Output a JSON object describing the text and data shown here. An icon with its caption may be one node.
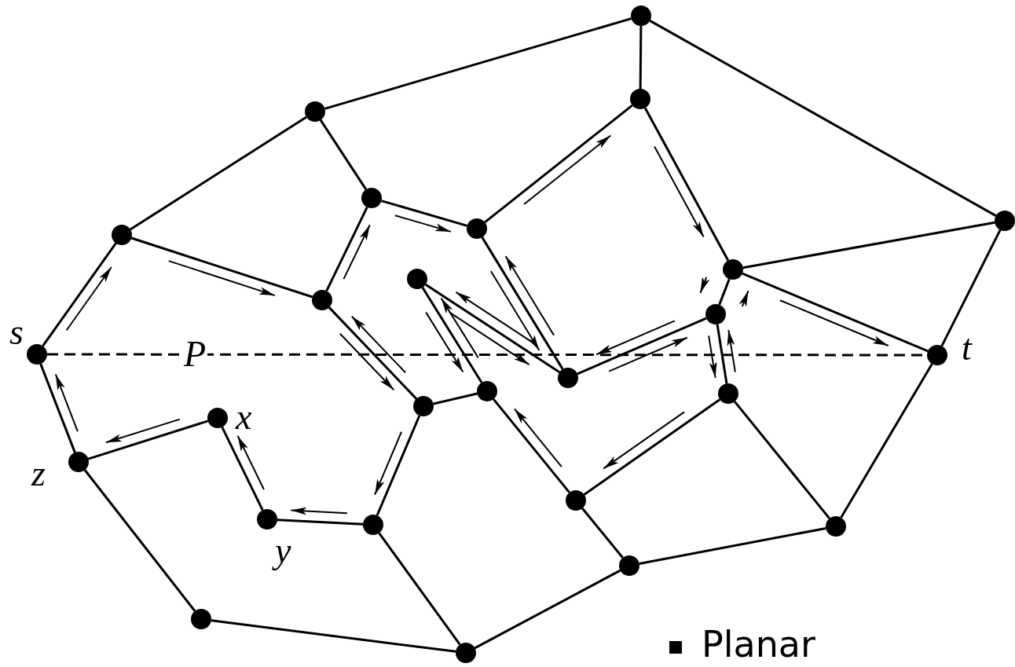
{
  "diagram": {
    "nodes": [
      {
        "text": [],
        "shape": "circle"
      },
      {
        "text": [],
        "shape": "circle"
      },
      {
        "text": [],
        "shape": "circle"
      },
      {
        "text": [],
        "shape": "circle"
      },
      {
        "text": [],
        "shape": "circle"
      },
      {
        "text": [],
        "shape": "circle"
      },
      {
        "text": [],
        "shape": "circle"
      },
      {
        "text": [],
        "shape": "circle"
      },
      {
        "text": [],
        "shape": "circle"
      },
      {
        "text": [],
        "shape": "circle"
      },
      {
        "text": [],
        "shape": "circle"
      },
      {
        "text": [],
        "shape": "circle",
        "beside": [
          "s"
        ]
      },
      {
        "text": [],
        "shape": "circle",
        "beside": [
          "t"
        ]
      },
      {
        "text": [],
        "shape": "circle"
      },
      {
        "text": [],
        "shape": "circle"
      },
      {
        "text": [],
        "shape": "circle"
      },
      {
        "text": [],
        "shape": "circle"
      },
      {
        "text": [],
        "shape": "circle",
        "beside": [
          "x"
        ]
      },
      {
        "text": [],
        "shape": "circle",
        "beside": [
          "z"
        ]
      },
      {
        "text": [],
        "shape": "circle"
      },
      {
        "text": [],
        "shape": "circle",
        "beside": [
          "y"
        ]
      },
      {
        "text": [],
        "shape": "circle"
      },
      {
        "text": [],
        "shape": "circle"
      },
      {
        "text": [],
        "shape": "circle"
      },
      {
        "text": [],
        "shape": "circle"
      },
      {
        "text": [],
        "shape": "circle"
      }
    ],
    "edges": [
      {
        "from": 0,
        "to": 1,
        "arrow": "none"
      },
      {
        "from": 0,
        "to": 2,
        "arrow": "none"
      },
      {
        "from": 0,
        "to": 6,
        "arrow": "none"
      },
      {
        "from": 1,
        "to": 5,
        "arrow": "none"
      },
      {
        "from": 1,
        "to": 3,
        "arrow": "none"
      },
      {
        "from": 2,
        "to": 4,
        "arrow": "none"
      },
      {
        "from": 2,
        "to": 7,
        "arrow": "none"
      },
      {
        "from": 6,
        "to": 7,
        "arrow": "none"
      },
      {
        "from": 6,
        "to": 12,
        "arrow": "none"
      },
      {
        "from": 3,
        "to": 4,
        "arrow": "none"
      },
      {
        "from": 3,
        "to": 9,
        "arrow": "none"
      },
      {
        "from": 5,
        "to": 9,
        "arrow": "none"
      },
      {
        "from": 5,
        "to": 11,
        "arrow": "none"
      },
      {
        "from": 4,
        "to": 14,
        "arrow": "none"
      },
      {
        "from": 7,
        "to": 10,
        "arrow": "none"
      },
      {
        "from": 7,
        "to": 12,
        "arrow": "none"
      },
      {
        "from": 8,
        "to": 14,
        "arrow": "none"
      },
      {
        "from": 8,
        "to": 13,
        "arrow": "none"
      },
      {
        "from": 9,
        "to": 15,
        "arrow": "none"
      },
      {
        "from": 10,
        "to": 14,
        "arrow": "none"
      },
      {
        "from": 10,
        "to": 16,
        "arrow": "none"
      },
      {
        "from": 11,
        "to": 12,
        "arrow": "none",
        "style": "dashed",
        "label": "P"
      },
      {
        "from": 11,
        "to": 18,
        "arrow": "none"
      },
      {
        "from": 13,
        "to": 15,
        "arrow": "none"
      },
      {
        "from": 13,
        "to": 19,
        "arrow": "none"
      },
      {
        "from": 12,
        "to": 22,
        "arrow": "none"
      },
      {
        "from": 16,
        "to": 19,
        "arrow": "none"
      },
      {
        "from": 16,
        "to": 22,
        "arrow": "none"
      },
      {
        "from": 17,
        "to": 18,
        "arrow": "none"
      },
      {
        "from": 17,
        "to": 20,
        "arrow": "none"
      },
      {
        "from": 18,
        "to": 24,
        "arrow": "none"
      },
      {
        "from": 19,
        "to": 23,
        "arrow": "none"
      },
      {
        "from": 20,
        "to": 21,
        "arrow": "none"
      },
      {
        "from": 15,
        "to": 21,
        "arrow": "none"
      },
      {
        "from": 21,
        "to": 25,
        "arrow": "none"
      },
      {
        "from": 22,
        "to": 23,
        "arrow": "none"
      },
      {
        "from": 23,
        "to": 25,
        "arrow": "none"
      },
      {
        "from": 24,
        "to": 25,
        "arrow": "none"
      }
    ],
    "labels": [
      "Planar"
    ]
  }
}
